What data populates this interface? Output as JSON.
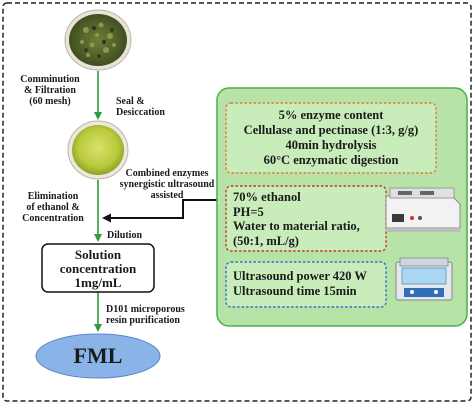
{
  "steps": {
    "comminution": [
      "Comminution",
      "& Filtration",
      "(60 mesh)"
    ],
    "seal": [
      "Seal &",
      "Desiccation"
    ],
    "combined": [
      "Combined enzymes",
      "synergistic ultrasound",
      "assisted"
    ],
    "elimination": [
      "Elimination",
      "of ethanol &",
      "Concentration"
    ],
    "dilution": "Dilution",
    "solution": [
      "Solution",
      "concentration",
      "1mg/mL"
    ],
    "resin": [
      "D101 microporous",
      "resin purification"
    ],
    "product": "FML"
  },
  "enzyme_box": [
    "5% enzyme content",
    "Cellulase and pectinase (1:3, g/g)",
    "40min hydrolysis",
    "60°C enzymatic digestion"
  ],
  "ethanol_box": [
    "70% ethanol",
    "PH=5",
    "Water to material ratio,",
    "(50:1, mL/g)"
  ],
  "ultrasound_box": [
    "Ultrasound power 420 W",
    "Ultrasound time 15min"
  ],
  "colors": {
    "arrow": "#2e9b3a",
    "panel_fill": "#b7e3a7",
    "panel_border": "#4caf50",
    "enzyme_border": "#e07b39",
    "ethanol_border": "#c0392b",
    "ultrasound_border": "#2e6fd1",
    "fml_fill": "#8ab4e8"
  }
}
